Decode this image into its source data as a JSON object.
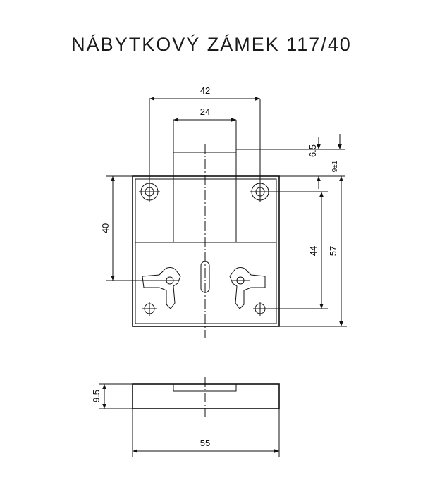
{
  "title": "NÁBYTKOVÝ ZÁMEK 117/40",
  "dimensions": {
    "d42": "42",
    "d24": "24",
    "d6_5": "6.5",
    "d9pm1": "9±1",
    "d40": "40",
    "d44": "44",
    "d57": "57",
    "d9_5": "9.5",
    "d55": "55"
  }
}
